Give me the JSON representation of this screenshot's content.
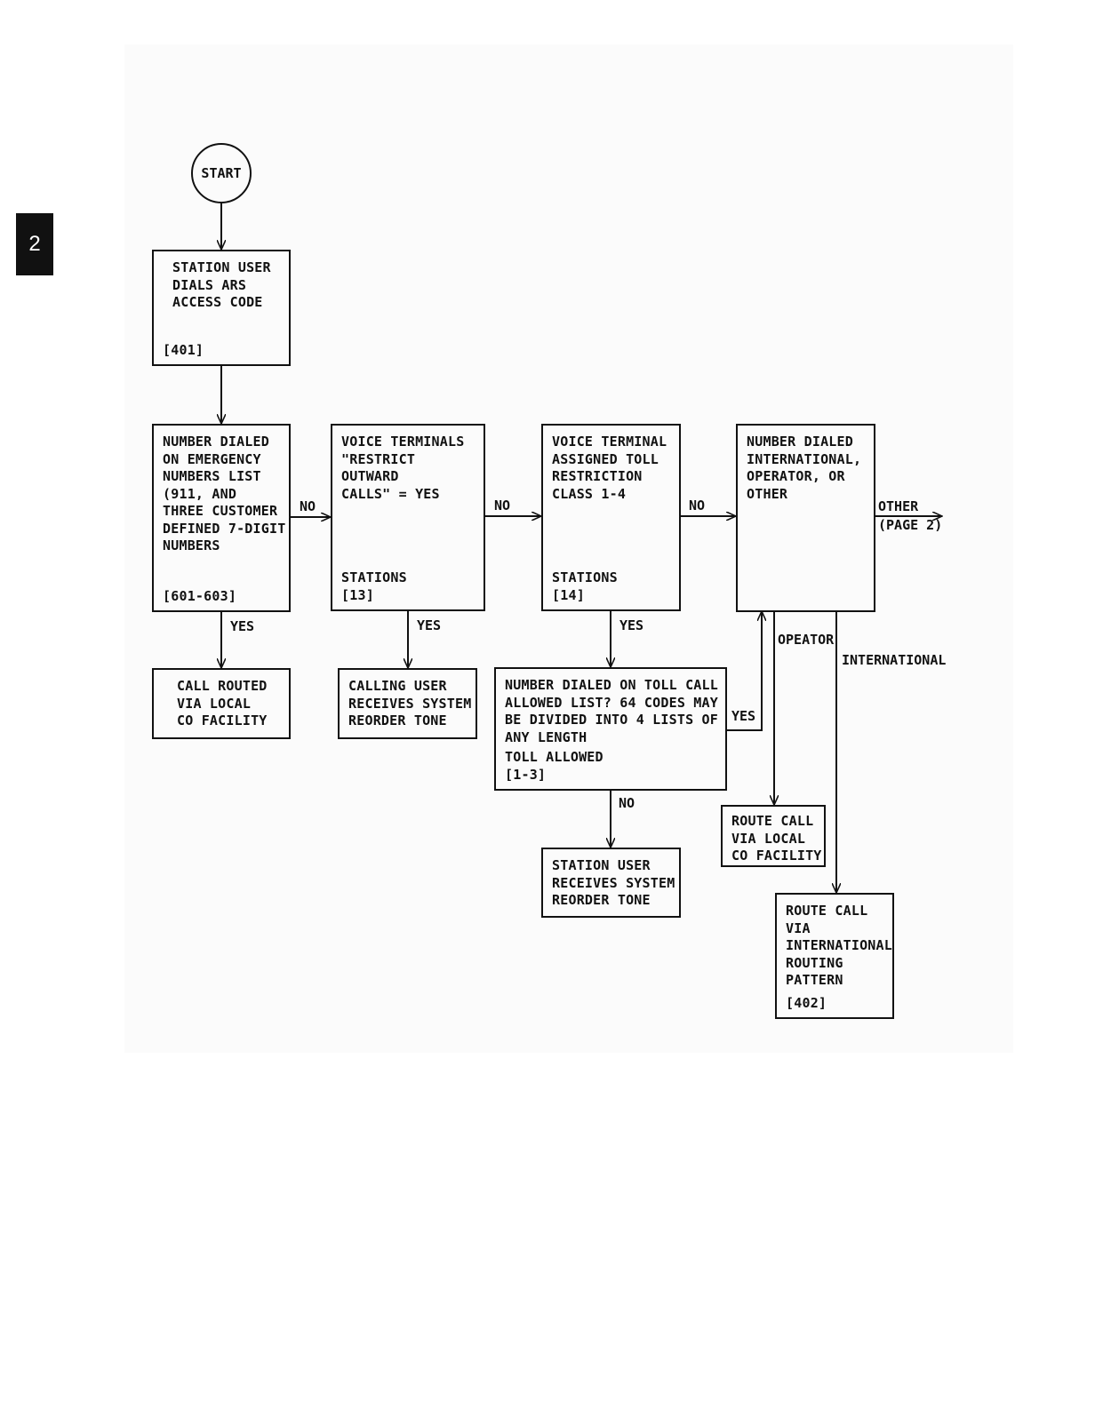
{
  "side_tab": "2",
  "start": "START",
  "boxes": {
    "dial_ars": {
      "text": "STATION USER\nDIALS ARS\nACCESS CODE",
      "ref": "[401]"
    },
    "emergency": {
      "text": "NUMBER DIALED\nON EMERGENCY\nNUMBERS LIST\n(911, AND\nTHREE CUSTOMER\nDEFINED 7-DIGIT\nNUMBERS",
      "ref": "[601-603]"
    },
    "restrict": {
      "text": "VOICE TERMINALS\n\"RESTRICT\nOUTWARD\nCALLS\" = YES",
      "ref": "STATIONS\n[13]"
    },
    "toll_class": {
      "text": "VOICE TERMINAL\nASSIGNED TOLL\nRESTRICTION\nCLASS 1-4",
      "ref": "STATIONS\n[14]"
    },
    "number_type": {
      "text": "NUMBER DIALED\nINTERNATIONAL,\nOPERATOR, OR\nOTHER",
      "ref": ""
    },
    "local_co": {
      "text": "CALL ROUTED\nVIA LOCAL\nCO FACILITY",
      "ref": ""
    },
    "reorder_calling": {
      "text": "CALLING USER\nRECEIVES SYSTEM\nREORDER TONE",
      "ref": ""
    },
    "toll_list": {
      "text": "NUMBER DIALED ON TOLL CALL\nALLOWED LIST? 64 CODES MAY\nBE DIVIDED INTO 4 LISTS OF\nANY LENGTH",
      "ref": "TOLL ALLOWED\n[1-3]"
    },
    "reorder_station": {
      "text": "STATION USER\nRECEIVES SYSTEM\nREORDER TONE",
      "ref": ""
    },
    "route_local": {
      "text": "ROUTE CALL\nVIA LOCAL\nCO FACILITY",
      "ref": ""
    },
    "route_intl": {
      "text": "ROUTE CALL\nVIA\nINTERNATIONAL\nROUTING\nPATTERN",
      "ref": "[402]"
    }
  },
  "labels": {
    "no1": "NO",
    "no2": "NO",
    "no3": "NO",
    "no4": "NO",
    "yes1": "YES",
    "yes2": "YES",
    "yes3": "YES",
    "yes4": "YES",
    "other": "OTHER\n(PAGE 2)",
    "operator": "OPEATOR",
    "international": "INTERNATIONAL"
  }
}
